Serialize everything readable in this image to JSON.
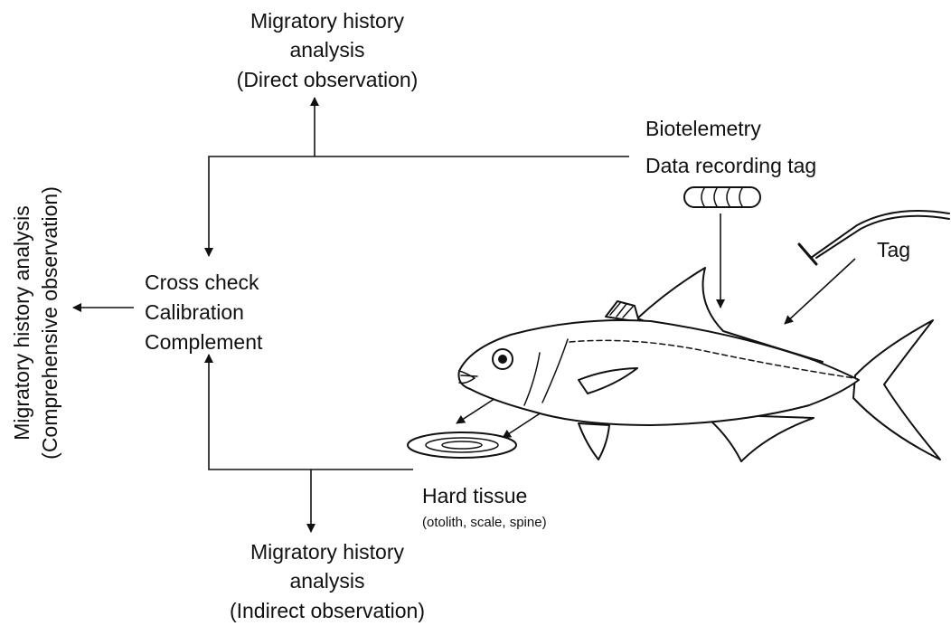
{
  "top_box": {
    "line1": "Migratory history",
    "line2": "analysis",
    "line3": "(Direct observation)"
  },
  "bottom_box": {
    "line1": "Migratory history",
    "line2": "analysis",
    "line3": "(Indirect observation)"
  },
  "left_box": {
    "line1": "Migratory history analysis",
    "line2": "(Comprehensive observation)"
  },
  "center_box": {
    "line1": "Cross check",
    "line2": "Calibration",
    "line3": "Complement"
  },
  "biotelemetry": {
    "line1": "Biotelemetry",
    "line2": "Data recording tag"
  },
  "tag_label": "Tag",
  "hard_tissue": {
    "title": "Hard tissue",
    "subtitle": "(otolith, scale, spine)"
  }
}
